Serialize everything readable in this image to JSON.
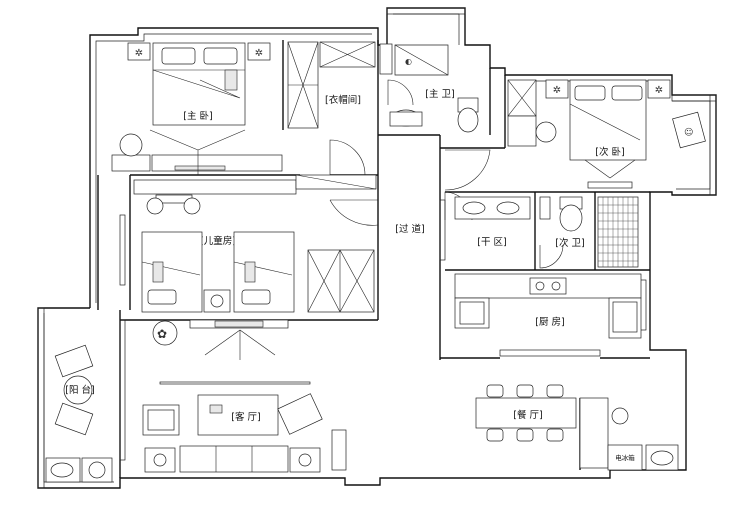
{
  "rooms": {
    "master_bedroom": "[主 卧]",
    "walk_in_closet": "[衣帽间]",
    "master_bath": "[主 卫]",
    "second_bedroom": "[次 卧]",
    "corridor": "[过 道]",
    "dry_area": "[干 区]",
    "second_bath": "[次 卫]",
    "kids_room": "[儿童房]",
    "kitchen": "[厨 房]",
    "balcony": "[阳 台]",
    "living_room": "[客 厅]",
    "dining_room": "[餐 厅]",
    "fridge": "电冰箱"
  }
}
